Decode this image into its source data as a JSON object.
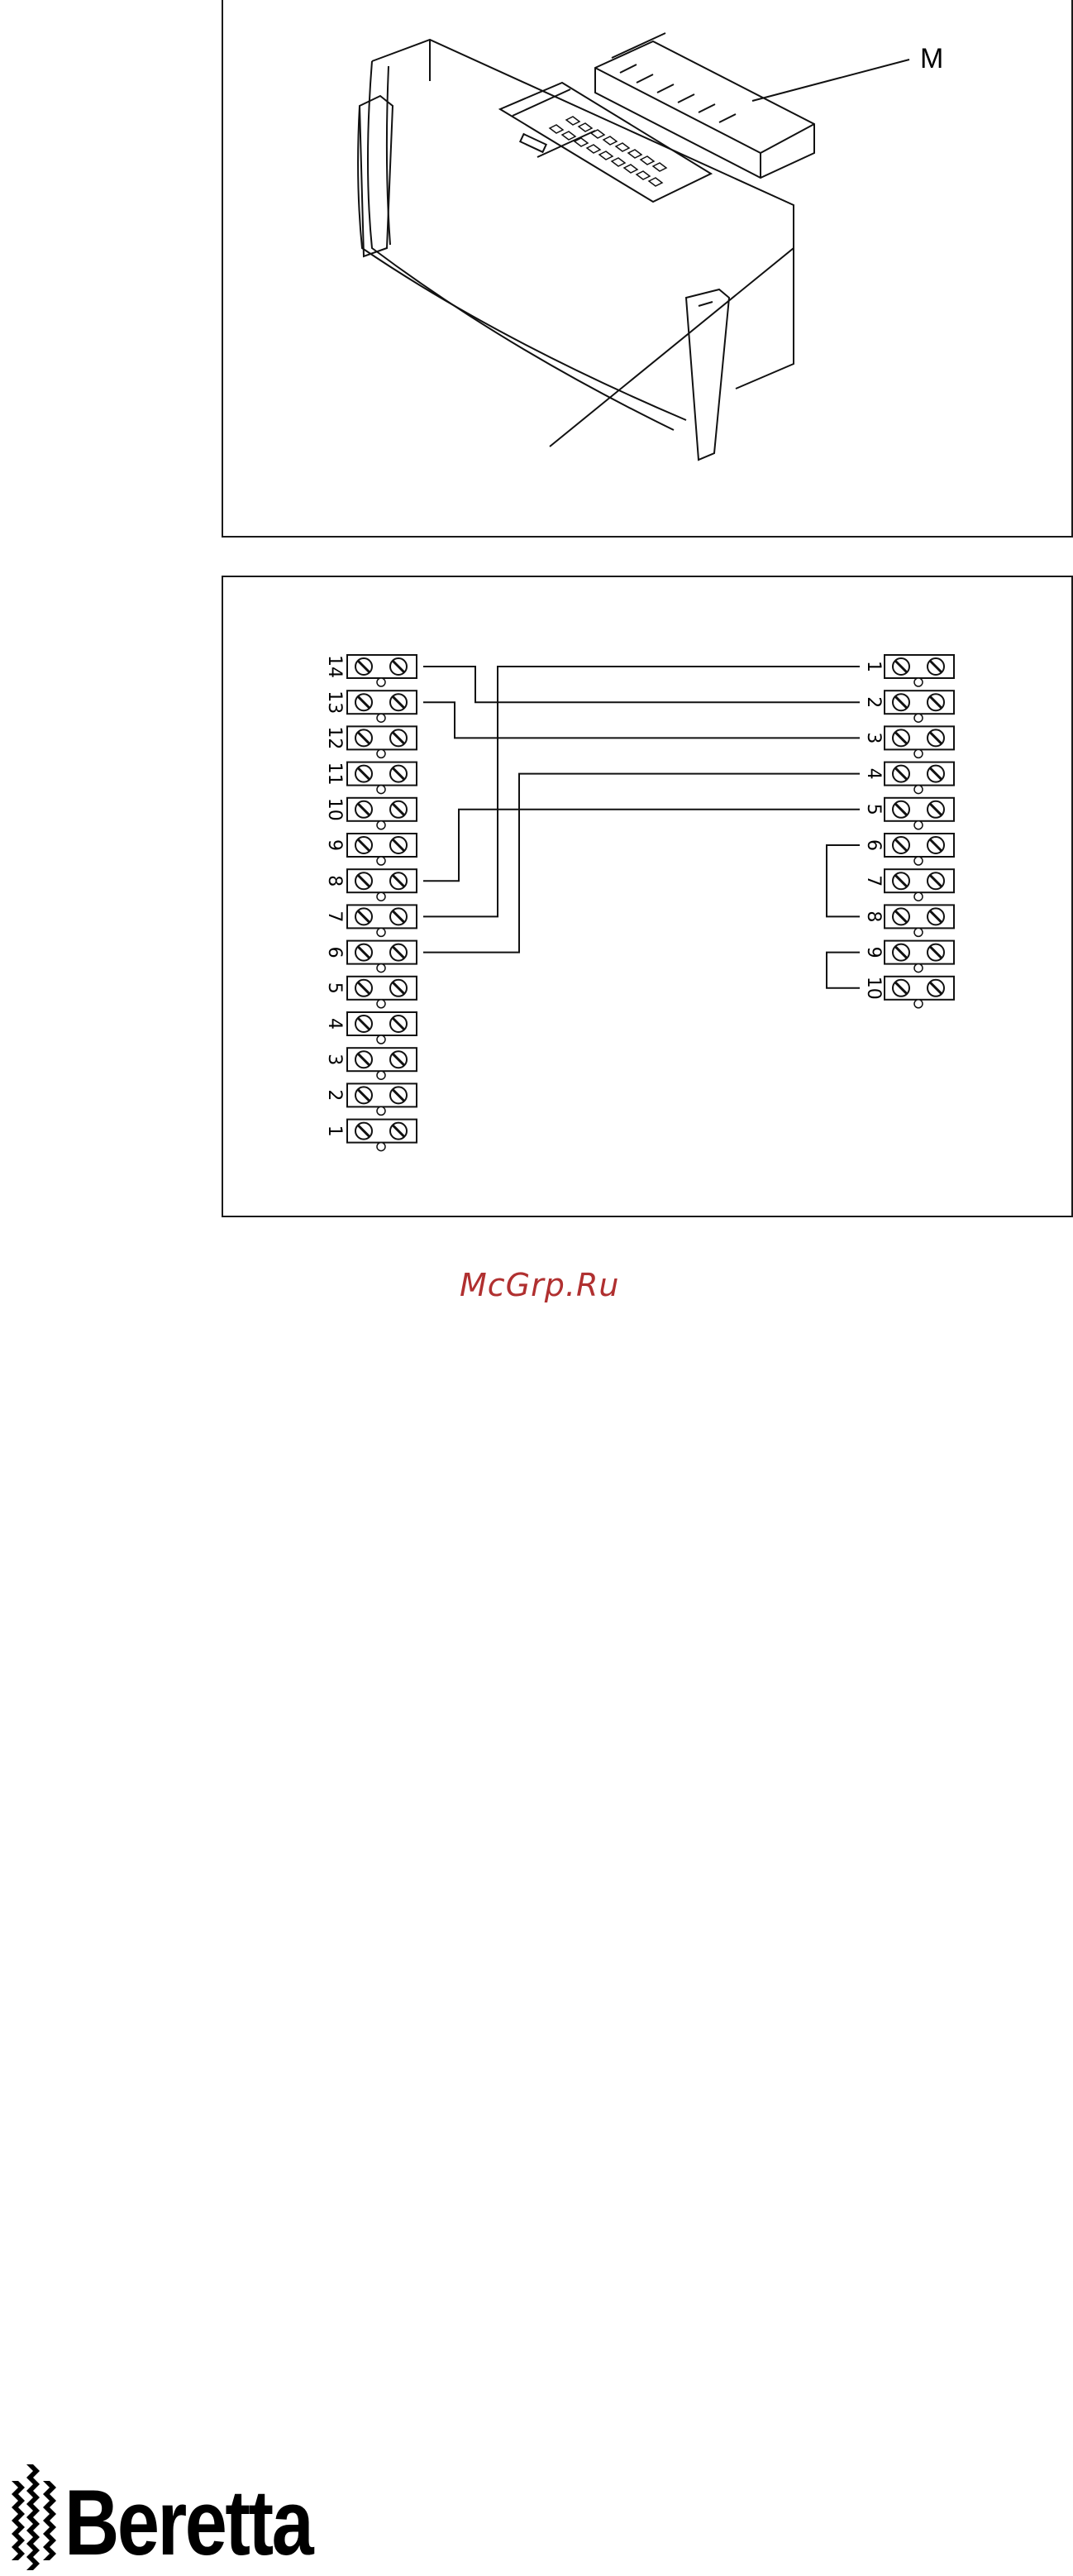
{
  "figure_top": {
    "callout_label": "M"
  },
  "figure_bottom": {
    "left_block": {
      "terminals": [
        "14",
        "13",
        "12",
        "11",
        "10",
        "9",
        "8",
        "7",
        "6",
        "5",
        "4",
        "3",
        "2",
        "1"
      ]
    },
    "right_block": {
      "terminals": [
        "1",
        "2",
        "3",
        "4",
        "5",
        "6",
        "7",
        "8",
        "9",
        "10"
      ]
    }
  },
  "watermark": "McGrp.Ru",
  "logo": {
    "text": "Beretta"
  }
}
